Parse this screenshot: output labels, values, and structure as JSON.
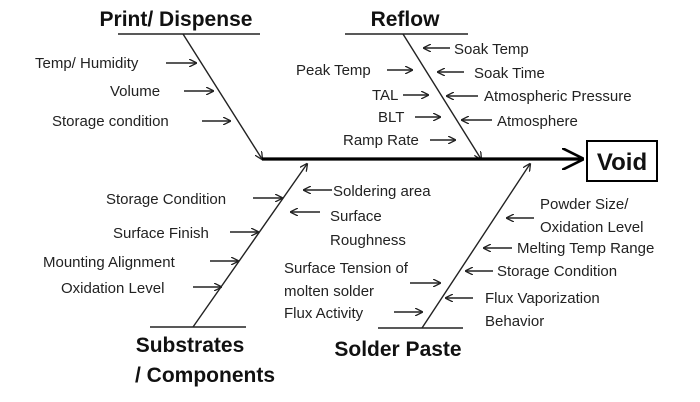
{
  "effect": {
    "label": "Void"
  },
  "categories": {
    "print_dispense": "Print/ Dispense",
    "reflow": "Reflow",
    "substrates_line1": "Substrates",
    "substrates_line2": "/ Components",
    "solder_paste": "Solder Paste"
  },
  "causes": {
    "print_dispense": [
      "Temp/ Humidity",
      "Volume",
      "Storage condition"
    ],
    "reflow_left": [
      "Peak Temp",
      "TAL",
      "BLT",
      "Ramp Rate"
    ],
    "reflow_right": [
      "Soak Temp",
      "Soak Time",
      "Atmospheric Pressure",
      "Atmosphere"
    ],
    "substrates_left": [
      "Storage Condition",
      "Surface Finish",
      "Mounting Alignment",
      "Oxidation Level"
    ],
    "substrates_right": [
      "Soldering area",
      "Surface",
      "Roughness"
    ],
    "solder_left": [
      "Surface Tension of",
      "molten solder",
      "Flux Activity"
    ],
    "solder_right": [
      "Powder Size/",
      "Oxidation Level",
      "Melting Temp Range",
      "Storage Condition",
      "Flux Vaporization",
      "Behavior"
    ]
  }
}
